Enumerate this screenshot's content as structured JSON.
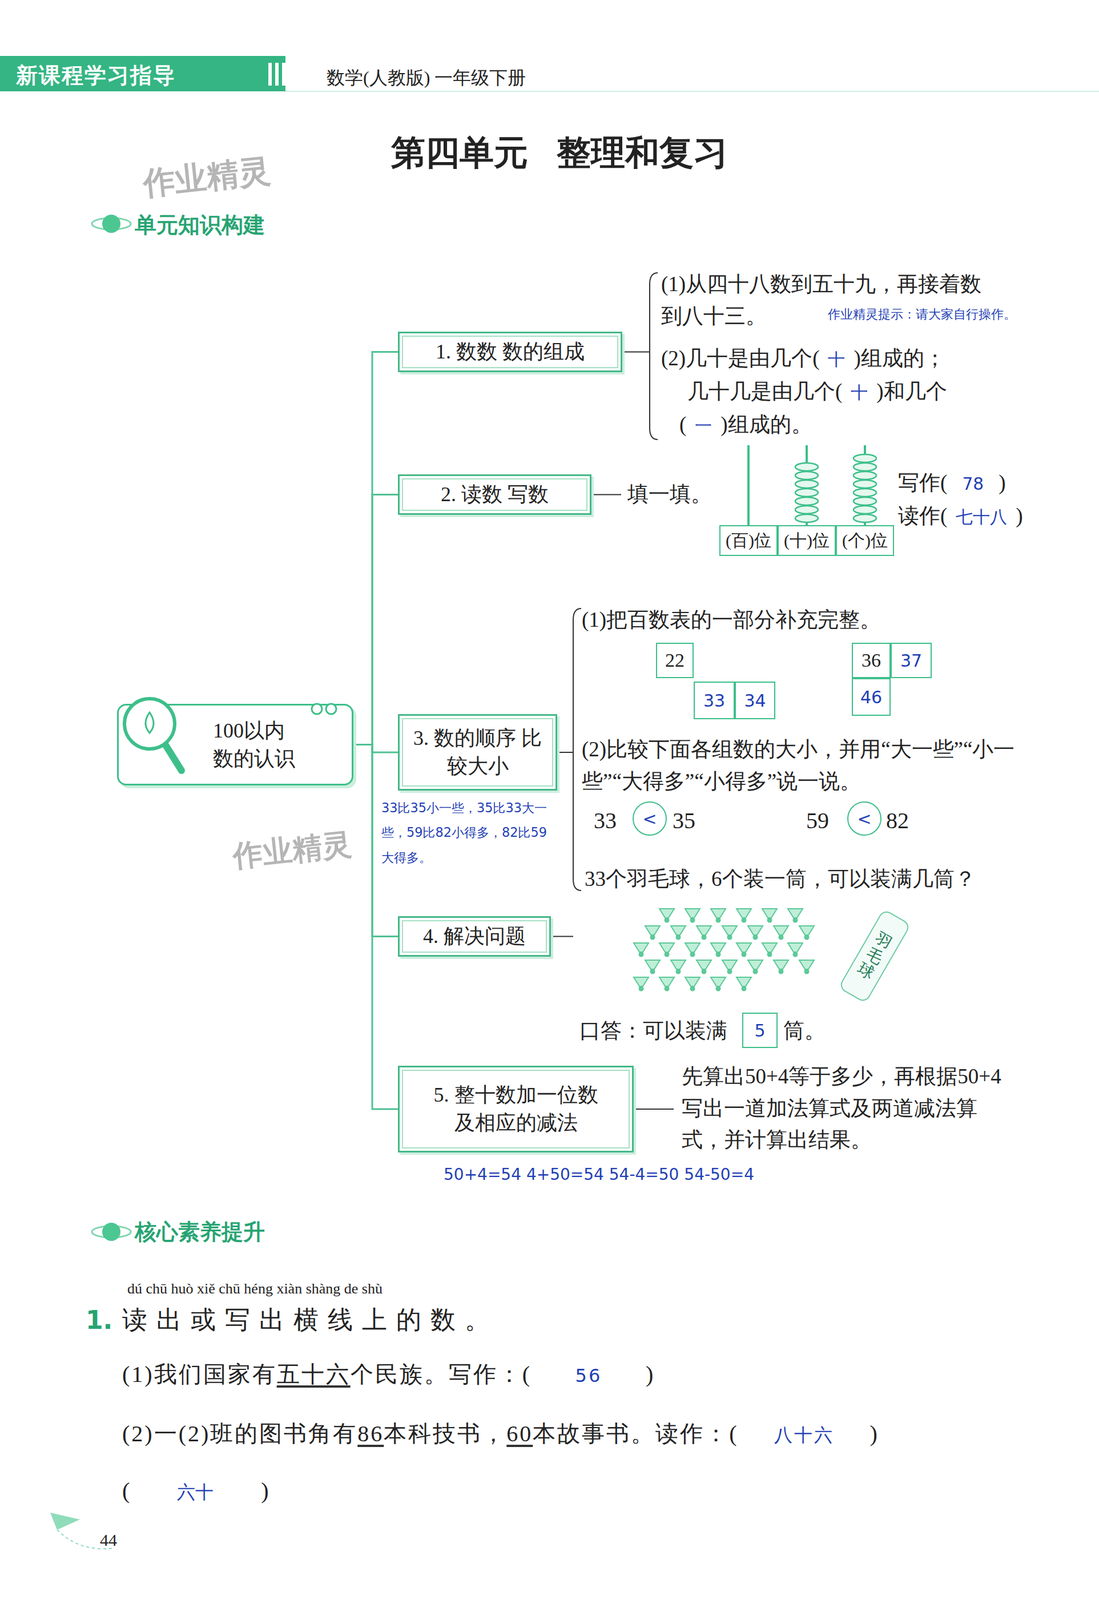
{
  "diagram": {
    "title": "第四单元 整理和复习",
    "nodes": [
      {
        "text": [
          "100以内 数的认识"
        ]
      },
      {
        "text": [
          "1. 数数 数的组成"
        ]
      },
      {
        "text": [
          "2. 读数 写数"
        ]
      },
      {
        "text": [
          "3. 数的顺序 比较大小"
        ]
      },
      {
        "text": [
          "4. 解决问题"
        ]
      },
      {
        "text": [
          "5. 整十数加一位数 及相应的减法"
        ]
      },
      {
        "text": [
          "(百)位"
        ]
      },
      {
        "text": [
          "(十)位"
        ]
      },
      {
        "text": [
          "(个)位"
        ]
      },
      {
        "text": [
          "22"
        ]
      },
      {
        "text": [
          "33"
        ]
      },
      {
        "text": [
          "34"
        ]
      },
      {
        "text": [
          "36"
        ]
      },
      {
        "text": [
          "37"
        ]
      },
      {
        "text": [
          "46"
        ]
      },
      {
        "text": [
          "<"
        ]
      },
      {
        "text": [
          "<"
        ]
      },
      {
        "text": [
          "5"
        ]
      },
      {
        "text": [
          "羽毛球"
        ]
      }
    ],
    "edges": [
      {
        "from": 0,
        "to": 1,
        "arrow": "none"
      },
      {
        "from": 0,
        "to": 2,
        "arrow": "none"
      },
      {
        "from": 0,
        "to": 3,
        "arrow": "none"
      },
      {
        "from": 0,
        "to": 4,
        "arrow": "none"
      },
      {
        "from": 0,
        "to": 5,
        "arrow": "none"
      }
    ],
    "labels": [
      "新课程学习指导",
      "数学(人教版) 一年级下册",
      "作业精灵",
      "单元知识构建",
      "(1)从四十八数到五十九，再接着数到八十三。",
      "作业精灵提示：请大家自行操作。",
      "(2)几十是由几个(",
      "十",
      ")组成的；",
      "几十几是由几个(",
      "十",
      ")和几个",
      "(",
      "一",
      ")组成的。",
      "填一填。",
      "写作(",
      "78",
      ")",
      "读作(",
      "七十八",
      ")",
      "(1)把百数表的一部分补充完整。",
      "(2)比较下面各组数的大小，并用“大一些”“小一些”“大得多”“小得多”说一说。",
      "33",
      "35",
      "59",
      "82",
      "33比35小一些，35比33大一些，59比82小得多，82比59大得多。",
      "作业精灵",
      "33个羽毛球，6个装一筒，可以装满几筒？",
      "口答：可以装满",
      "筒。",
      "先算出50+4等于多少，再根据50+4写出一道加法算式及两道减法算式，并计算出结果。",
      "50+4=54 4+50=54 54-4=50 54-50=4",
      "核心素养提升",
      "dú chū huò xiě chū héng xiàn shàng de shù",
      "1.",
      "读出或写出横线上的数。",
      "(1)我们国家有",
      "五十六",
      "个民族。写作：(",
      "56",
      ")",
      "(2)一(2)班的图书角有",
      "86",
      "本科技书，",
      "60",
      "本故事书。读作：(",
      "八十六",
      ")",
      "(",
      "六十",
      ")",
      "44"
    ]
  }
}
